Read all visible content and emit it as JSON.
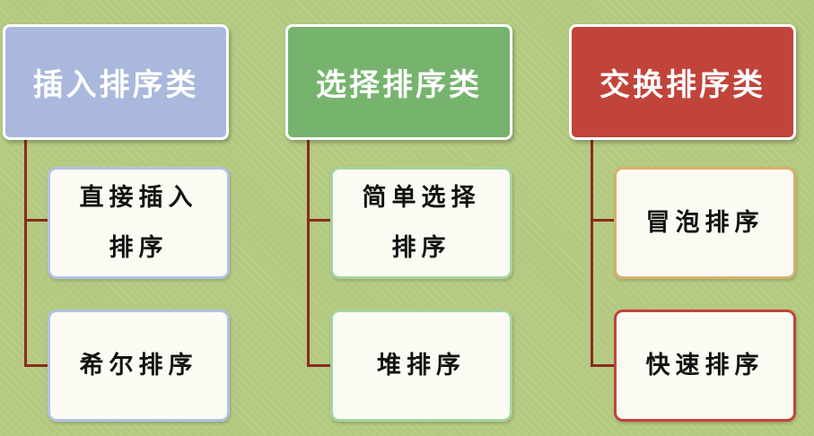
{
  "columns": [
    {
      "header": "插入排序类",
      "header_color": "#a9b8dc",
      "item_border": "#b2c1e3",
      "items": [
        "直接插入排序",
        "希尔排序"
      ]
    },
    {
      "header": "选择排序类",
      "header_color": "#76b46e",
      "item_border": "#a6d39f",
      "items": [
        "简单选择排序",
        "堆排序"
      ]
    },
    {
      "header": "交换排序类",
      "header_color": "#c1443a",
      "item_border_top": "#d9b06a",
      "item_border": "#c1443a",
      "items": [
        "冒泡排序",
        "快速排序"
      ]
    }
  ],
  "colors": {
    "background": "#b3c97f",
    "connector": "#8a2b22",
    "box_fill": "#fbfbf3"
  }
}
